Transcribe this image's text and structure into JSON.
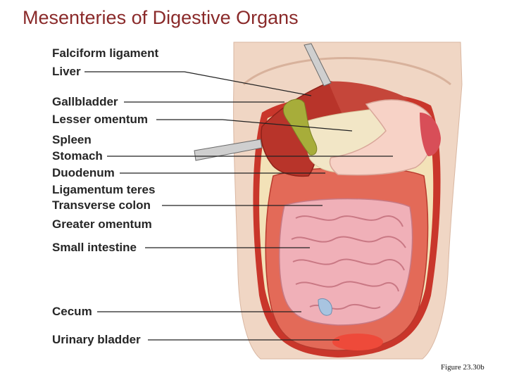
{
  "title": "Mesenteries of Digestive Organs",
  "labels": [
    "Falciform ligament",
    "Liver",
    "Gallbladder",
    "Lesser omentum",
    "Spleen",
    "Stomach",
    "Duodenum",
    "Ligamentum teres",
    "Transverse colon",
    "Greater omentum",
    "Small intestine",
    "Cecum",
    "Urinary bladder"
  ],
  "caption": "Figure 23.30b",
  "colors": {
    "title": "#8a2a2a",
    "skin": "#f0d6c4",
    "cavity_wall": "#c9362b",
    "liver": "#b8342a",
    "gallbladder": "#a7ad3a",
    "omentum": "#f2e6c6",
    "stomach": "#f7d2c6",
    "intestine": "#f0b0b8",
    "colon": "#e36a58",
    "bladder": "#ee4a3a"
  }
}
